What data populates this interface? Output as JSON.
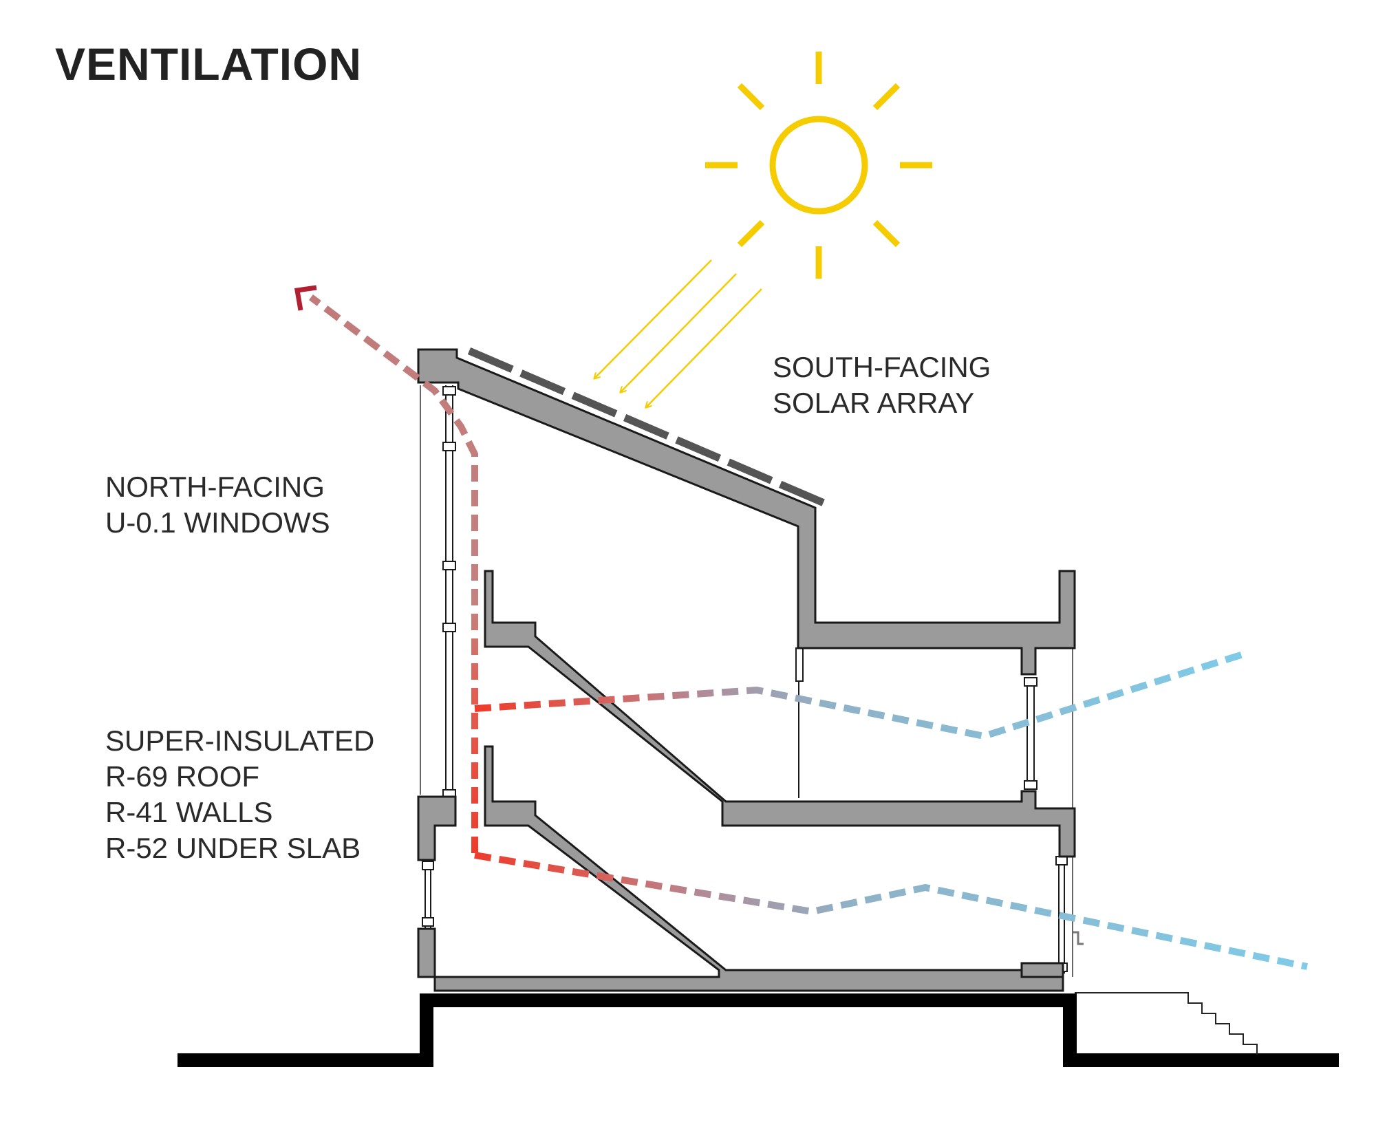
{
  "title": "VENTILATION",
  "labels": {
    "solar": [
      "SOUTH-FACING",
      "SOLAR ARRAY"
    ],
    "windows": [
      "NORTH-FACING",
      "U-0.1 WINDOWS"
    ],
    "insulation": [
      "SUPER-INSULATED",
      "R-69 ROOF",
      "R-41 WALLS",
      "R-52 UNDER SLAB"
    ]
  },
  "colors": {
    "sun": "#f5cc00",
    "structure": "#9b9b9b",
    "outline": "#1a1a1a",
    "warm_air": "#ee3b2b",
    "exhaust_air": "#c07a7a",
    "cool_air": "#7fcbe8",
    "solar_panel": "#555555"
  },
  "icons": {
    "sun": "sun-icon",
    "sun_rays": "arrow-icon",
    "exhaust": "chevron-arrow-icon"
  }
}
